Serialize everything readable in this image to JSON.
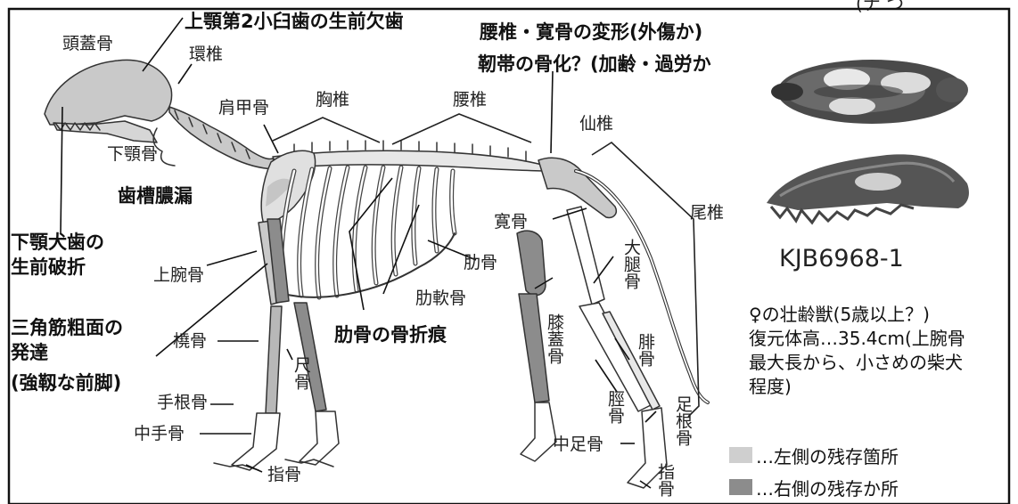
{
  "header_partial": "(ナ つ",
  "callouts": {
    "tooth_loss": "上顎第2小臼歯の生前欠歯",
    "lumbar_deform": "腰椎・寛骨の変形(外傷か)",
    "ligament_ossification": "靭帯の骨化？(加齢・過労か",
    "alveolar_abscess": "歯槽膿漏",
    "canine_fracture_1": "下顎犬歯の",
    "canine_fracture_2": "生前破折",
    "deltoid_1": "三角筋粗面の",
    "deltoid_2": "発達",
    "deltoid_3": "(強靱な前脚)",
    "rib_fracture": "肋骨の骨折痕"
  },
  "bones": {
    "skull": "頭蓋骨",
    "atlas": "環椎",
    "mandible": "下顎骨",
    "scapula": "肩甲骨",
    "thoracic": "胸椎",
    "lumbar": "腰椎",
    "sacrum": "仙椎",
    "pelvis": "寛骨",
    "caudal": "尾椎",
    "humerus": "上腕骨",
    "rib": "肋骨",
    "costal_cartilage": "肋軟骨",
    "femur": "大腿骨",
    "radius": "橈骨",
    "ulna": "尺骨",
    "patella": "膝蓋骨",
    "fibula": "腓骨",
    "tibia": "脛骨",
    "carpal": "手根骨",
    "metacarpal": "中手骨",
    "phalanges_front": "指骨",
    "tarsal": "足根骨",
    "metatarsal": "中足骨",
    "phalanges_hind": "指骨"
  },
  "specimen_id": "KJB6968-1",
  "notes": [
    "♀の壮齢獣(5歳以上？)",
    "復元体高…35.4cm(上腕骨",
    "最大長から、小さめの柴犬",
    "程度)"
  ],
  "legend": [
    {
      "label": "…左側の残存箇所",
      "color": "#cfcfcf"
    },
    {
      "label": "…右側の残存か所",
      "color": "#8c8c8c"
    }
  ]
}
